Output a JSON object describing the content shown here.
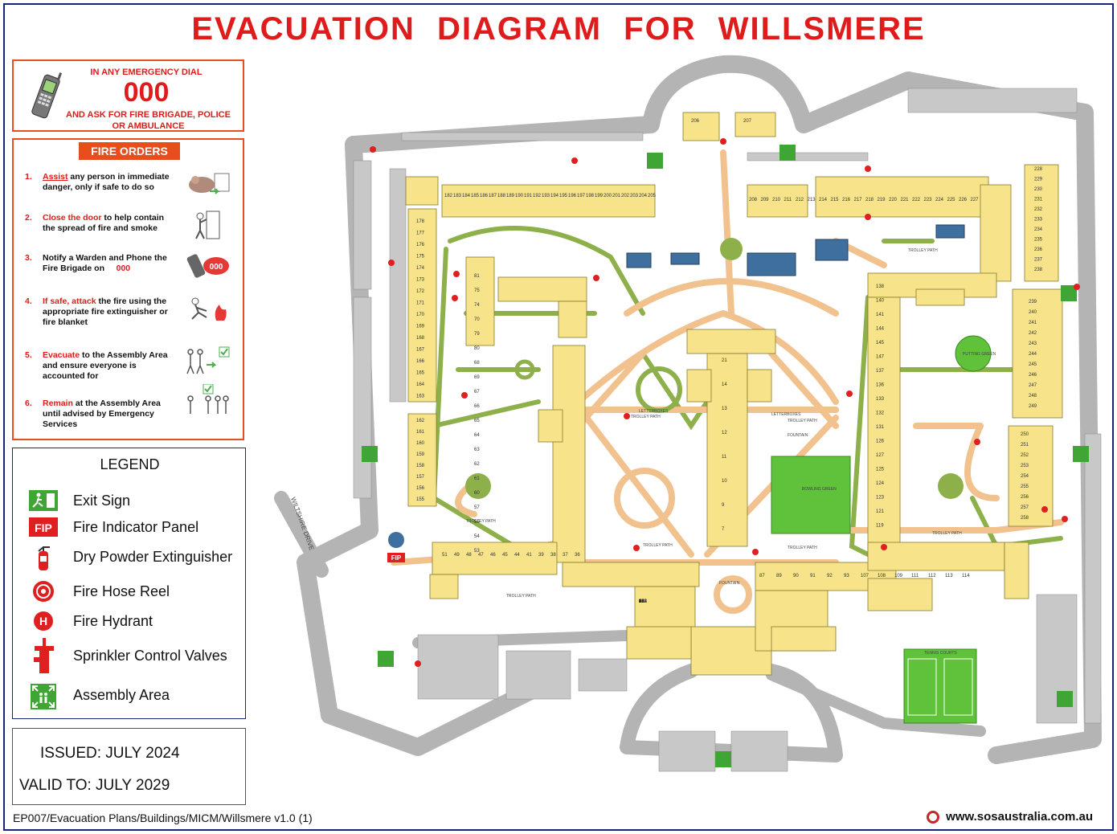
{
  "title": "EVACUATION  DIAGRAM  FOR  WILLSMERE",
  "emergency": {
    "line1": "IN ANY EMERGENCY DIAL",
    "number": "000",
    "line2": "AND ASK FOR FIRE BRIGADE, POLICE",
    "line3": "OR AMBULANCE"
  },
  "fire_orders": {
    "header": "FIRE ORDERS",
    "items": [
      {
        "num": "1.",
        "kw": "Assist",
        "rest1": " any person in immediate",
        "line2": "danger, only if safe to do so"
      },
      {
        "num": "2.",
        "kw": "Close the door",
        "rest1": " to help contain",
        "line2": "the spread of fire and smoke"
      },
      {
        "num": "3.",
        "kw": "",
        "rest1": "Notify a Warden and Phone the",
        "line2": "Fire Brigade on",
        "number": "000"
      },
      {
        "num": "4.",
        "kw": "If safe, attack",
        "rest1": " the fire using the",
        "line2": "appropriate fire extinguisher or",
        "line3": "fire blanket"
      },
      {
        "num": "5.",
        "kw": "Evacuate",
        "rest1": " to the Assembly Area",
        "line2": "and ensure everyone is",
        "line3": "accounted for"
      },
      {
        "num": "6.",
        "kw": "Remain",
        "rest1": " at the Assembly Area",
        "line2": "until advised by Emergency",
        "line3": "Services"
      }
    ]
  },
  "legend": {
    "header": "LEGEND",
    "items": [
      {
        "icon": "exit-sign-icon",
        "label": "Exit Sign"
      },
      {
        "icon": "fip-icon",
        "label": "Fire Indicator Panel",
        "sym": "FIP"
      },
      {
        "icon": "extinguisher-icon",
        "label": "Dry Powder Extinguisher"
      },
      {
        "icon": "hose-reel-icon",
        "label": "Fire Hose Reel"
      },
      {
        "icon": "hydrant-icon",
        "label": "Fire Hydrant",
        "sym": "H"
      },
      {
        "icon": "sprinkler-valve-icon",
        "label": "Sprinkler Control Valves"
      },
      {
        "icon": "assembly-area-icon",
        "label": "Assembly Area"
      }
    ]
  },
  "issued": {
    "label": "ISSUED:  JULY 2024",
    "valid": "VALID TO:  JULY 2029"
  },
  "footer": {
    "reference": "EP007/Evacuation Plans/Buildings/MICM/Willsmere v1.0 (1)",
    "website": "www.sosaustralia.com.au"
  },
  "colors": {
    "title": "#e01b1b",
    "building": "#f6e38a",
    "building_border": "#8a7a2a",
    "path": "#f2c28e",
    "green": "#8db04a",
    "road": "#b4b4b4",
    "water": "#3f6f9f",
    "grass": "#5fc23a"
  },
  "map": {
    "labels": {
      "wiltshire": "WILTSHIRE DRIVE",
      "trolley": "TROLLEY PATH",
      "letterboxes": "LETTERBOXES",
      "fountain": "FOUNTAIN",
      "bowling": "BOWLING GREEN",
      "putting": "PUTTING GREEN",
      "tennis": "TENNIS COURTS",
      "fip": "FIP",
      "fountain2": "FOUNTAIN"
    },
    "units_top_left": [
      "182",
      "183",
      "184",
      "185",
      "186",
      "187",
      "188",
      "189",
      "190",
      "191",
      "192",
      "193",
      "194",
      "195",
      "196",
      "197",
      "198",
      "199",
      "200",
      "201",
      "202",
      "203",
      "204",
      "205"
    ],
    "units_top_right": [
      "208",
      "209",
      "210",
      "211",
      "212",
      "213",
      "214",
      "215",
      "216",
      "217",
      "218",
      "219",
      "220",
      "221",
      "222",
      "223",
      "224",
      "225",
      "226",
      "227"
    ],
    "units_left_col": [
      "178",
      "177",
      "176",
      "175",
      "174",
      "173",
      "172",
      "171",
      "170",
      "169",
      "168",
      "167",
      "166",
      "165",
      "164",
      "163"
    ],
    "units_left_col2": [
      "162",
      "161",
      "160",
      "159",
      "158",
      "157",
      "156",
      "155"
    ],
    "units_right_col": [
      "228",
      "229",
      "230",
      "231",
      "232",
      "233",
      "234",
      "235",
      "236",
      "237",
      "238"
    ],
    "units_right_col2": [
      "239",
      "240",
      "241",
      "242",
      "243",
      "244",
      "245",
      "246",
      "247",
      "248",
      "249"
    ],
    "units_right_col3": [
      "250",
      "251",
      "252",
      "253",
      "254",
      "255",
      "256",
      "257",
      "258"
    ],
    "units_center": [
      "21",
      "14",
      "13",
      "12",
      "11",
      "10",
      "9",
      "7"
    ],
    "units_top_center": [
      "206",
      "207"
    ],
    "units_bottom_row": [
      "51",
      "49",
      "48",
      "47",
      "46",
      "45",
      "44",
      "41",
      "39",
      "38",
      "37",
      "36"
    ],
    "units_bottom_right": [
      "87",
      "89",
      "90",
      "91",
      "92",
      "93",
      "107",
      "108",
      "109",
      "111",
      "112",
      "113",
      "114"
    ],
    "units_mid_left": [
      "81",
      "75",
      "74",
      "70",
      "79",
      "80",
      "68",
      "69",
      "67",
      "66",
      "65",
      "64",
      "63",
      "62",
      "61",
      "60",
      "57",
      "55",
      "54",
      "53"
    ],
    "units_mid_right": [
      "138",
      "140",
      "141",
      "144",
      "145",
      "147",
      "137",
      "136",
      "133",
      "132",
      "131",
      "126",
      "127",
      "125",
      "124",
      "123",
      "121",
      "119"
    ],
    "units_bottom_center": [
      "35",
      "34",
      "32",
      "30",
      "31",
      "27",
      "2",
      "3",
      "4",
      "5",
      "6",
      "62",
      "85",
      "86",
      "94",
      "97",
      "96",
      "102",
      "103",
      "104"
    ]
  }
}
